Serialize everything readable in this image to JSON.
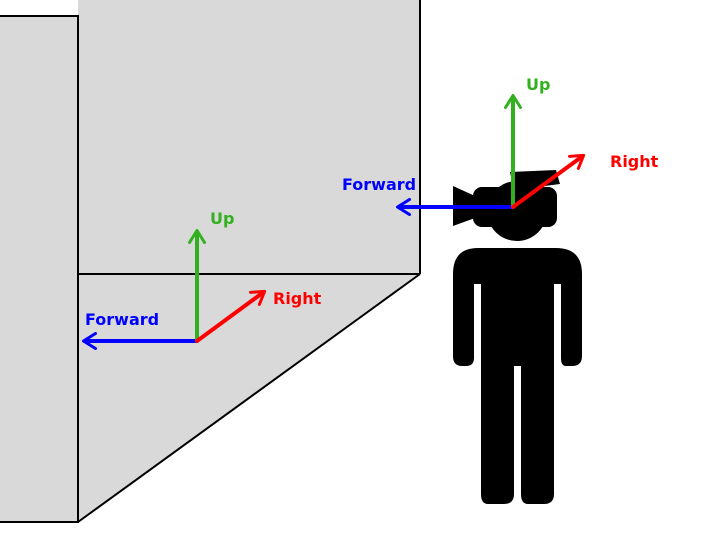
{
  "colors": {
    "background": "#ffffff",
    "wall_fill": "#d9d9d9",
    "outline": "#000000",
    "forward": "#0000ff",
    "up": "#33b020",
    "right": "#ff0000",
    "person": "#000000"
  },
  "wall_axes": {
    "up_label": "Up",
    "right_label": "Right",
    "forward_label": "Forward"
  },
  "camera_axes": {
    "up_label": "Up",
    "right_label": "Right",
    "forward_label": "Forward"
  },
  "icons": [
    "room-box",
    "person-figure",
    "camera-icon"
  ]
}
